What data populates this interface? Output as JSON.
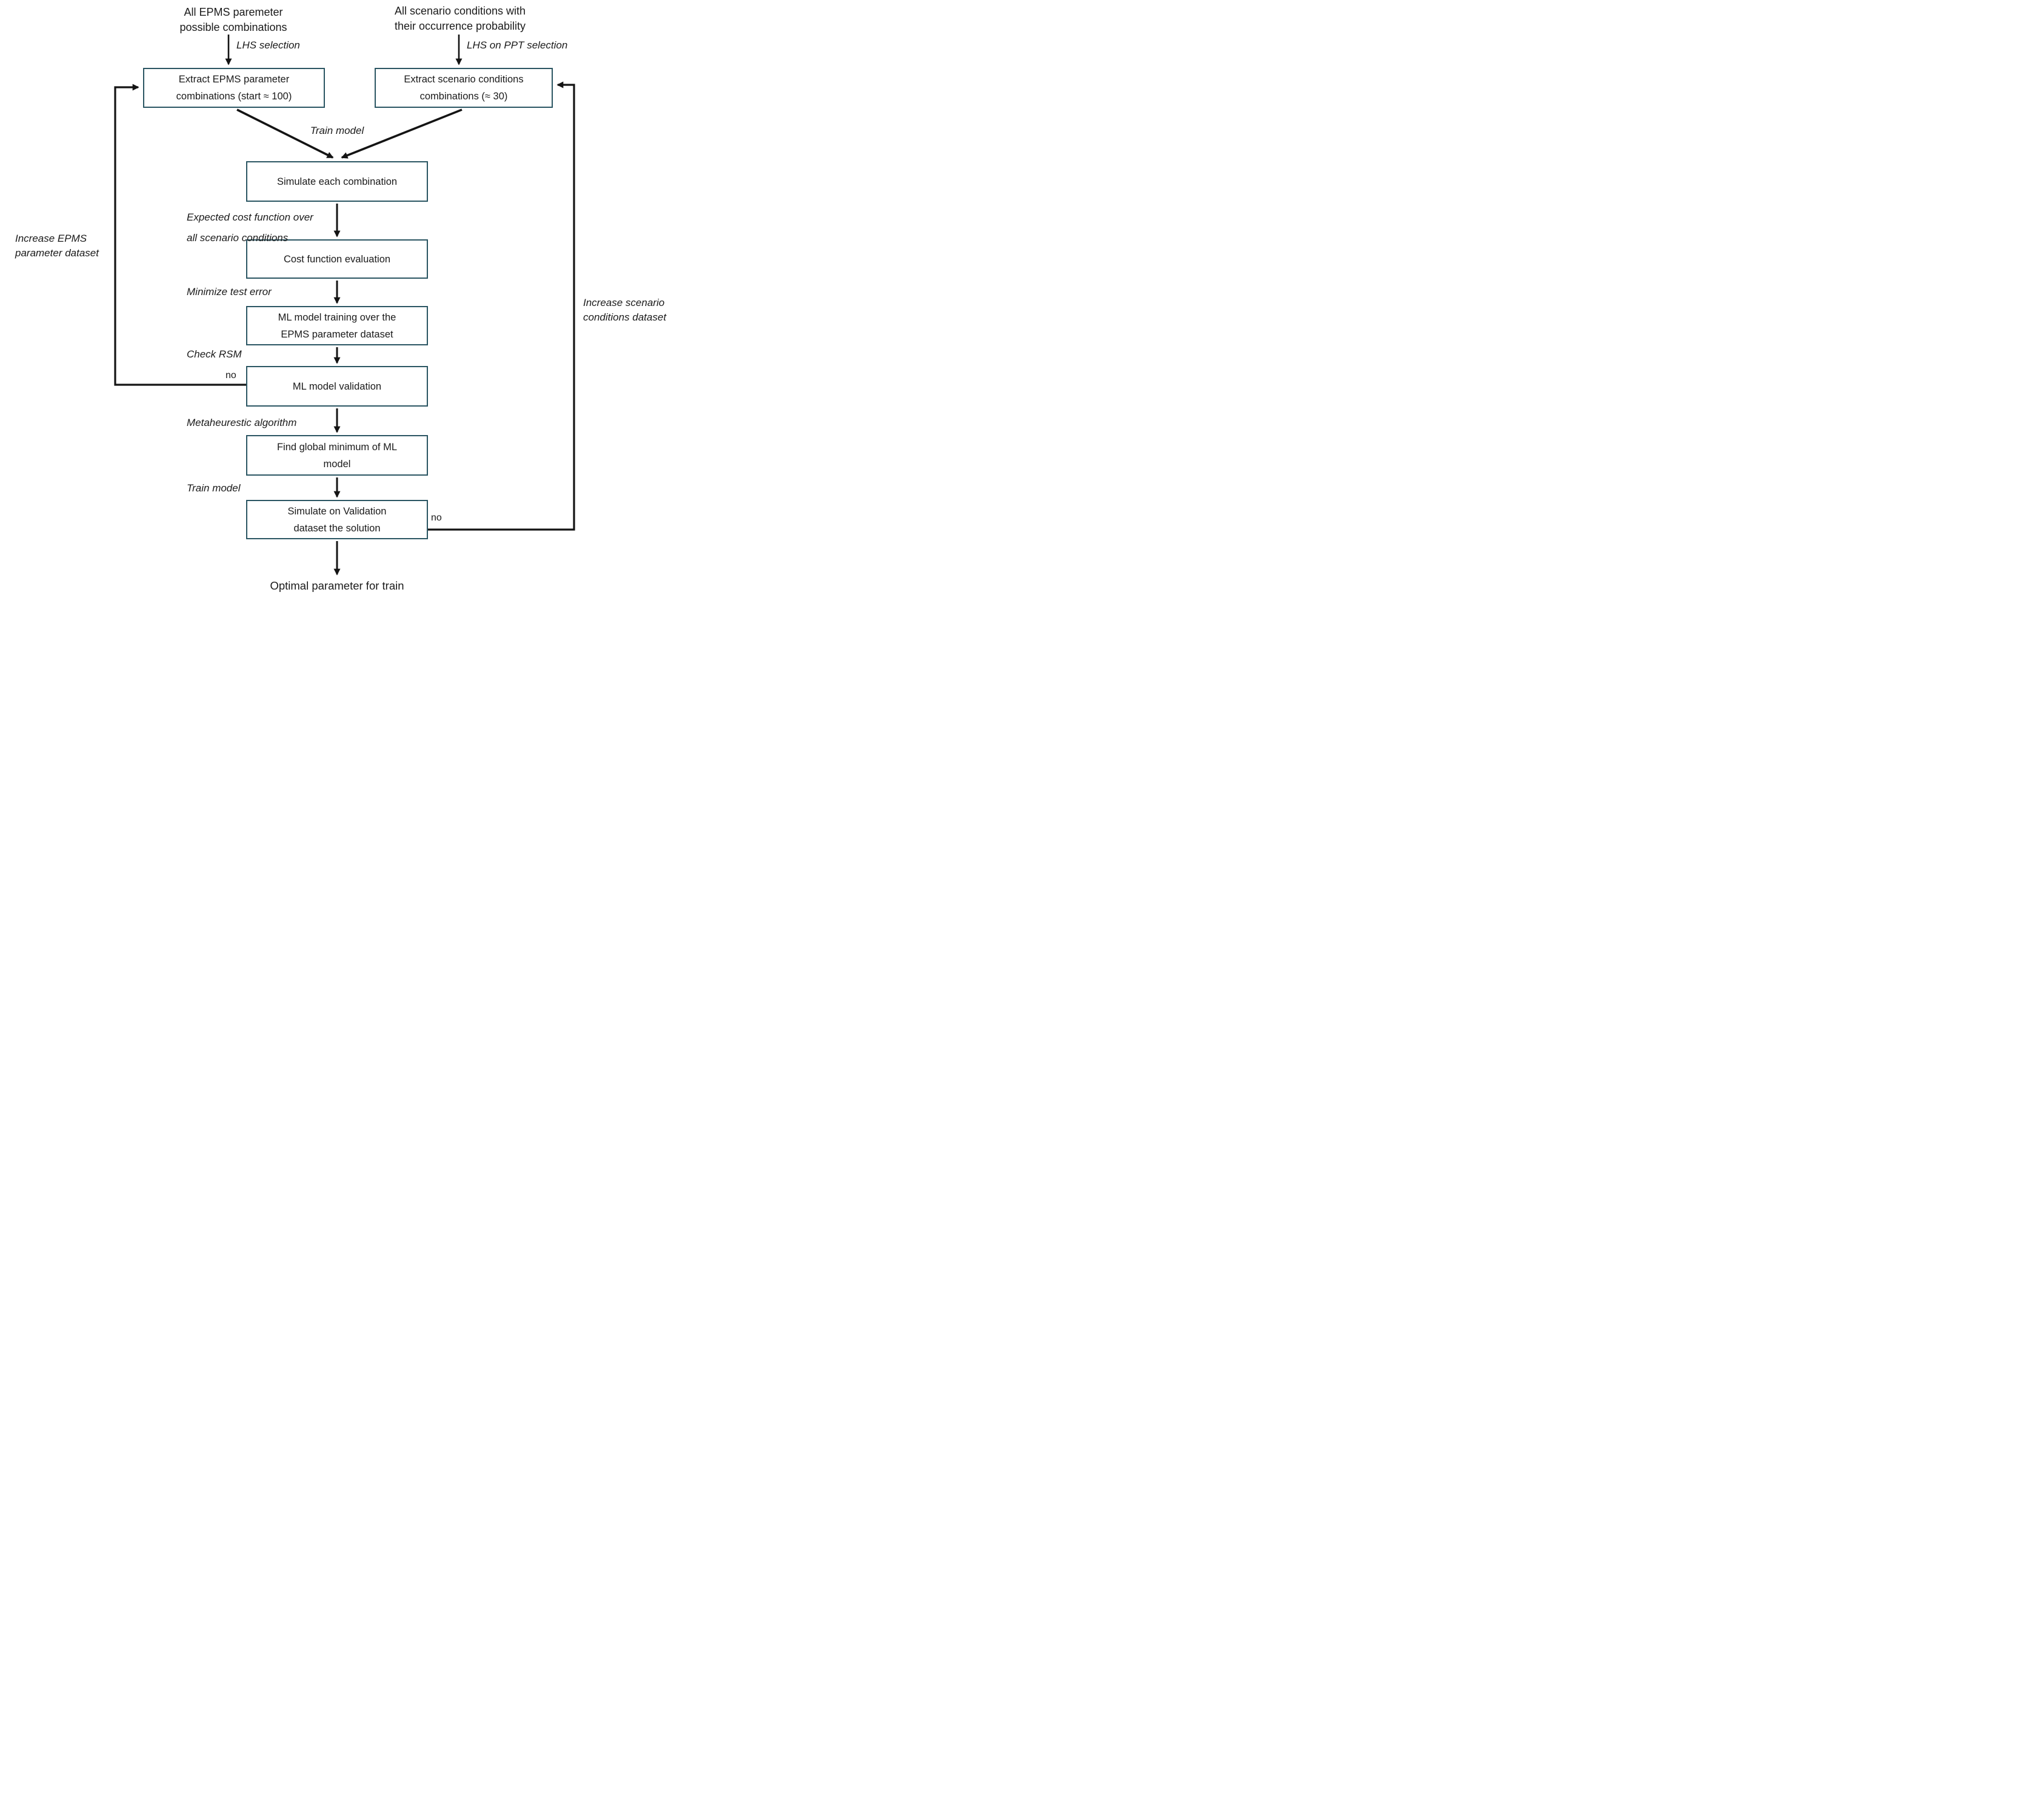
{
  "colors": {
    "box_border": "#2b5663",
    "line": "#141414",
    "text": "#1a1a1a"
  },
  "sources": {
    "epms": {
      "line1": "All EPMS paremeter",
      "line2": "possible combinations"
    },
    "scenario": {
      "line1": "All scenario conditions with",
      "line2": "their occurrence probability"
    }
  },
  "boxes": {
    "extract_epms": {
      "line1": "Extract EPMS parameter",
      "line2": "combinations (start ≈ 100)"
    },
    "extract_scenario": {
      "line1": "Extract scenario conditions",
      "line2": "combinations (≈ 30)"
    },
    "simulate": {
      "line1": "Simulate each combination"
    },
    "cost_eval": {
      "line1": "Cost function evaluation"
    },
    "ml_training": {
      "line1": "ML model training over the",
      "line2": "EPMS parameter dataset"
    },
    "ml_validation": {
      "line1": "ML model validation"
    },
    "find_min": {
      "line1": "Find global minimum of ML",
      "line2": "model"
    },
    "simulate_validation": {
      "line1": "Simulate on Validation",
      "line2": "dataset the solution"
    }
  },
  "labels": {
    "lhs_selection": "LHS selection",
    "lhs_ppt_selection": "LHS on PPT selection",
    "train_model_top": "Train model",
    "expected_cost_line1": "Expected cost function over",
    "expected_cost_line2": "all scenario conditions",
    "minimize_test_error": "Minimize test error",
    "check_rsm": "Check RSM",
    "metaheuristic": "Metaheurestic algorithm",
    "train_model_bottom": "Train model",
    "no_left": "no",
    "no_right": "no",
    "increase_epms_line1": "Increase EPMS",
    "increase_epms_line2": "parameter dataset",
    "increase_scenario_line1": "Increase scenario",
    "increase_scenario_line2": "conditions dataset",
    "output": "Optimal parameter for train"
  }
}
